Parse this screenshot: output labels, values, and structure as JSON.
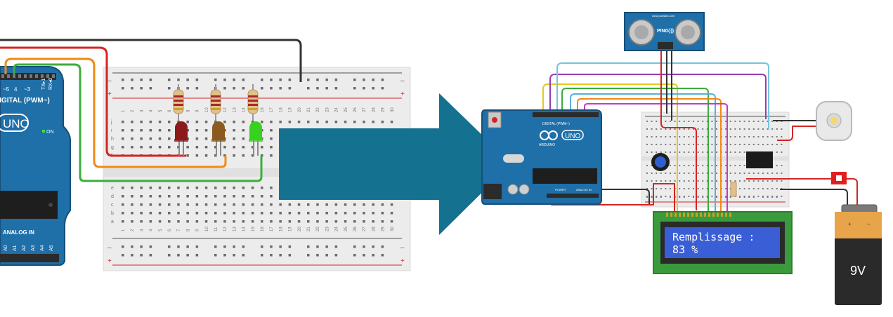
{
  "left_arduino": {
    "pin_header_label": "DIGITAL (PWM~)",
    "pin_tx": "TX▸1",
    "pin_rx": "RX◂0",
    "pin_numbers": [
      "~5",
      "4",
      "~3"
    ],
    "logo_text": "UNO",
    "on_label": "ON",
    "analog_label": "ANALOG IN",
    "analog_pins": [
      "A0",
      "A1",
      "A2",
      "A3",
      "A4",
      "A5"
    ]
  },
  "breadboard": {
    "plus": "+",
    "minus": "–",
    "row_letters_top": [
      "j",
      "i",
      "h",
      "g",
      "f"
    ],
    "row_letters_bottom": [
      "e",
      "d",
      "c",
      "b",
      "a"
    ],
    "column_numbers": [
      "1",
      "2",
      "3",
      "4",
      "5",
      "6",
      "7",
      "8",
      "9",
      "10",
      "11",
      "12",
      "13",
      "14",
      "15",
      "16",
      "17",
      "18",
      "19",
      "20",
      "21",
      "22",
      "23",
      "24",
      "25",
      "26",
      "27",
      "28",
      "29",
      "30"
    ]
  },
  "leds": [
    {
      "name": "red-led",
      "color": "#8b1a1a"
    },
    {
      "name": "orange-led",
      "color": "#8a5a1e"
    },
    {
      "name": "green-led",
      "color": "#39d11f"
    }
  ],
  "right_arduino": {
    "logo_text": "UNO",
    "brand_text": "ARDUINO",
    "digital_label": "DIGITAL (PWM~)",
    "power_label": "POWER",
    "analog_label": "ANALOG IN"
  },
  "ultrasonic_sensor": {
    "model_label": "PING)))",
    "small_label": "www.parallax.com"
  },
  "lcd": {
    "line1": "Remplissage :",
    "line2": "83 %"
  },
  "battery": {
    "label": "9V",
    "plus": "+",
    "minus": "–"
  },
  "colors": {
    "arrow": "#14718f",
    "arduino_blue": "#1f6fa8",
    "breadboard": "#ececec",
    "lcd_green": "#3a9b3c",
    "lcd_screen": "#3a5ed6",
    "wire_red": "#d42525",
    "wire_orange": "#ef8a17",
    "wire_green": "#3cad3c",
    "wire_black": "#333333"
  }
}
